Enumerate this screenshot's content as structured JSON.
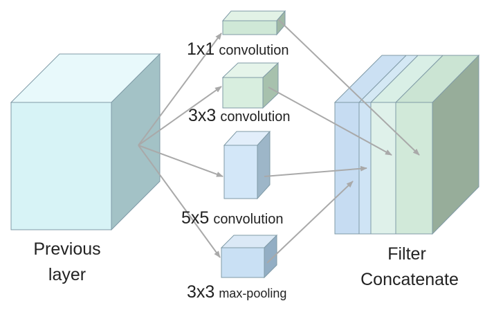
{
  "diagram": {
    "input": {
      "label_line1": "Previous",
      "label_line2": "layer"
    },
    "branches": [
      {
        "size": "1x1",
        "op": "convolution"
      },
      {
        "size": "3x3",
        "op": "convolution"
      },
      {
        "size": "5x5",
        "op": "convolution"
      },
      {
        "size": "3x3",
        "op": "max-pooling"
      }
    ],
    "output": {
      "label_line1": "Filter",
      "label_line2": "Concatenate"
    }
  },
  "colors": {
    "input_front": "#d9f4f7",
    "input_side": "#9fbfc4",
    "green": "#d3eadb",
    "light_green": "#e0f1e9",
    "blue": "#cde2f5",
    "arrow": "#a9a9a9"
  }
}
